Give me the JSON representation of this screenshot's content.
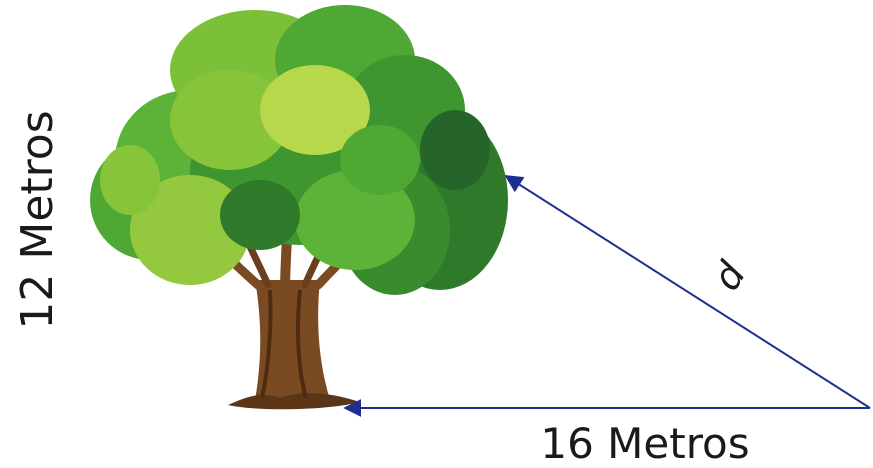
{
  "labels": {
    "height": "12 Metros",
    "base": "16 Metros",
    "hypotenuse": "d"
  },
  "colors": {
    "arrow": "#1f2f8f",
    "trunk": "#7a4a23",
    "trunk_dark": "#4e2c12",
    "leaf_dark": "#2f7a2a",
    "leaf_mid": "#4ea833",
    "leaf_light": "#86c43a",
    "leaf_pale": "#b7d84a"
  },
  "icons": {
    "tree": "tree-icon"
  }
}
